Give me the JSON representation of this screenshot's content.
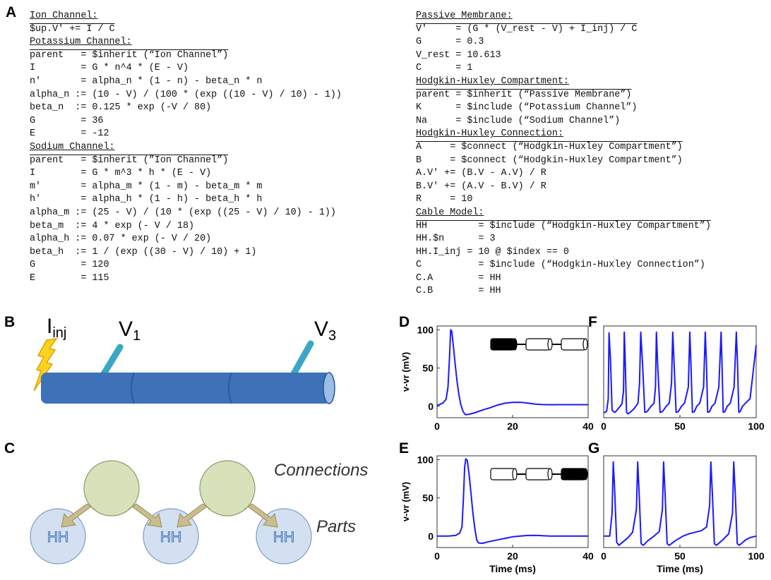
{
  "panels": {
    "a": "A",
    "b": "B",
    "c": "C",
    "d": "D",
    "e": "E",
    "f": "F",
    "g": "G"
  },
  "code_left": [
    {
      "t": "Ion Channel:",
      "k": "hd"
    },
    {
      "t": "$up.V' += I / C",
      "k": "ol"
    },
    {
      "t": "Potassium Channel:",
      "k": "hd"
    },
    {
      "t": "parent   = $inherit (“Ion Channel”)",
      "k": "ol"
    },
    {
      "t": "I        = G * n^4 * (E - V)",
      "k": ""
    },
    {
      "t": "n'       = alpha_n * (1 - n) - beta_n * n",
      "k": ""
    },
    {
      "t": "alpha_n := (10 - V) / (100 * (exp ((10 - V) / 10) - 1))",
      "k": ""
    },
    {
      "t": "beta_n  := 0.125 * exp (-V / 80)",
      "k": ""
    },
    {
      "t": "G        = 36",
      "k": ""
    },
    {
      "t": "E        = -12",
      "k": ""
    },
    {
      "t": "Sodium Channel:",
      "k": "hd"
    },
    {
      "t": "parent   = $inherit (”Ion Channel”)",
      "k": "ol"
    },
    {
      "t": "I        = G * m^3 * h * (E - V)",
      "k": ""
    },
    {
      "t": "m'       = alpha_m * (1 - m) - beta_m * m",
      "k": ""
    },
    {
      "t": "h'       = alpha_h * (1 - h) - beta_h * h",
      "k": ""
    },
    {
      "t": "alpha_m := (25 - V) / (10 * (exp ((25 - V) / 10) - 1))",
      "k": ""
    },
    {
      "t": "beta_m  := 4 * exp (- V / 18)",
      "k": ""
    },
    {
      "t": "alpha_h := 0.07 * exp (- V / 20)",
      "k": ""
    },
    {
      "t": "beta_h  := 1 / (exp ((30 - V) / 10) + 1)",
      "k": ""
    },
    {
      "t": "G        = 120",
      "k": ""
    },
    {
      "t": "E        = 115",
      "k": ""
    }
  ],
  "code_right": [
    {
      "t": "Passive Membrane:",
      "k": "hd"
    },
    {
      "t": "V'     = (G * (V_rest - V) + I_inj) / C",
      "k": "ol"
    },
    {
      "t": "G      = 0.3",
      "k": ""
    },
    {
      "t": "V_rest = 10.613",
      "k": ""
    },
    {
      "t": "C      = 1",
      "k": ""
    },
    {
      "t": "Hodgkin-Huxley Compartment:",
      "k": "hd"
    },
    {
      "t": "parent = $inherit (“Passive Membrane”)",
      "k": "ol"
    },
    {
      "t": "K      = $include (“Potassium Channel”)",
      "k": ""
    },
    {
      "t": "Na     = $include (“Sodium Channel”)",
      "k": ""
    },
    {
      "t": "Hodgkin-Huxley Connection:",
      "k": "hd"
    },
    {
      "t": "A     = $connect (“Hodgkin-Huxley Compartment”)",
      "k": "ol"
    },
    {
      "t": "B     = $connect (“Hodgkin-Huxley Compartment”)",
      "k": ""
    },
    {
      "t": "A.V' += (B.V - A.V) / R",
      "k": ""
    },
    {
      "t": "B.V' += (A.V - B.V) / R",
      "k": ""
    },
    {
      "t": "R     = 10",
      "k": ""
    },
    {
      "t": "Cable Model:",
      "k": "hd"
    },
    {
      "t": "HH         = $include (“Hodgkin-Huxley Compartment”)",
      "k": "ol"
    },
    {
      "t": "HH.$n      = 3",
      "k": ""
    },
    {
      "t": "HH.I_inj = 10 @ $index == 0",
      "k": ""
    },
    {
      "t": "C          = $include (“Hodgkin-Huxley Connection”)",
      "k": ""
    },
    {
      "t": "C.A        = HH",
      "k": ""
    },
    {
      "t": "C.B        = HH",
      "k": ""
    }
  ],
  "cable": {
    "iinj_main": "I",
    "iinj_sub": "inj",
    "v1_main": "V",
    "v1_sub": "1",
    "v3_main": "V",
    "v3_sub": "3",
    "color": "#3d72b8",
    "electrode_color": "#3aa7c4",
    "bolt_color": "#ffd21e"
  },
  "diagram": {
    "connections_label": "Connections",
    "parts_label": "Parts",
    "node_label": "HH",
    "connection_fill": "#d7e2bb",
    "part_fill": "#d3e0f1",
    "arrow_fill": "#c9bd8c"
  },
  "chart_data": [
    {
      "panel": "D",
      "type": "line",
      "ylabel": "v-vr (mV)",
      "xlabel": "",
      "xlim": [
        0,
        40
      ],
      "ylim": [
        -15,
        105
      ],
      "xticks": [
        0,
        20,
        40
      ],
      "yticks": [
        0,
        50,
        100
      ],
      "inset_filled": "left",
      "color": "#1a1aff",
      "x": [
        0,
        1.5,
        2.4,
        2.9,
        3.3,
        3.6,
        3.9,
        4.3,
        4.8,
        5.3,
        5.8,
        6.3,
        6.9,
        7.5,
        8.5,
        10,
        12,
        14,
        16,
        18,
        20,
        22,
        24,
        26,
        28,
        30,
        32,
        34,
        36,
        38,
        40
      ],
      "y": [
        1,
        4,
        9,
        25,
        65,
        100,
        98,
        80,
        55,
        32,
        15,
        2,
        -7,
        -11,
        -10.5,
        -8.5,
        -5,
        -2,
        1.5,
        4,
        5,
        5.2,
        4.2,
        2.8,
        2.2,
        2.0,
        2.1,
        2.1,
        2.1,
        2.1,
        2.1
      ]
    },
    {
      "panel": "E",
      "type": "line",
      "ylabel": "v-vr (mV)",
      "xlabel": "Time (ms)",
      "xlim": [
        0,
        40
      ],
      "ylim": [
        -15,
        105
      ],
      "xticks": [
        0,
        20,
        40
      ],
      "yticks": [
        0,
        50,
        100
      ],
      "inset_filled": "right",
      "color": "#1a1aff",
      "x": [
        0,
        3,
        5,
        6,
        6.6,
        7.0,
        7.3,
        7.6,
        8.0,
        8.5,
        9.0,
        9.5,
        10.0,
        10.5,
        11,
        12,
        14,
        16,
        18,
        20,
        22,
        24,
        26,
        28,
        30,
        32,
        34,
        36,
        38,
        40
      ],
      "y": [
        0,
        0,
        1,
        4,
        12,
        50,
        90,
        101,
        99,
        80,
        55,
        30,
        10,
        -5,
        -9,
        -9.5,
        -7,
        -5,
        -3,
        -1,
        0,
        0.8,
        1,
        0.5,
        0,
        0,
        0,
        0,
        0,
        0
      ]
    },
    {
      "panel": "F",
      "type": "line",
      "ylabel": "",
      "xlabel": "",
      "xlim": [
        0,
        100
      ],
      "ylim": [
        -15,
        105
      ],
      "xticks": [
        0,
        50,
        100
      ],
      "yticks": [],
      "color": "#1a1aff",
      "x": [
        0,
        1,
        2,
        3,
        3.5,
        4.5,
        5.5,
        7,
        8,
        10,
        12,
        13,
        13.5,
        14,
        15,
        16,
        18,
        20,
        22.5,
        23.5,
        24.3,
        25.5,
        27,
        28.5,
        31,
        33,
        34,
        34.6,
        35.5,
        37,
        38.5,
        41,
        43,
        44.5,
        45.3,
        46.2,
        47.5,
        49,
        51,
        53,
        55.5,
        56.5,
        57.2,
        58.2,
        59.5,
        61,
        63,
        65.5,
        66.6,
        67.4,
        68.2,
        69.5,
        71,
        73,
        75.5,
        77,
        77.6,
        78.4,
        79.5,
        81,
        83,
        85.5,
        87,
        87.8,
        88.6,
        89.5,
        91,
        93,
        96,
        98,
        100
      ],
      "y": [
        -8,
        -8,
        -6,
        10,
        96,
        60,
        -5,
        -8,
        -7,
        -2,
        3,
        20,
        97,
        70,
        -8,
        -10,
        -7,
        -3,
        4,
        30,
        97,
        55,
        -8,
        -7,
        0,
        4,
        25,
        97,
        50,
        -8,
        -7,
        0,
        4,
        30,
        97,
        55,
        -8,
        -7,
        0,
        4,
        25,
        97,
        55,
        -8,
        -7,
        0,
        4,
        25,
        97,
        55,
        -8,
        -7,
        0,
        4,
        25,
        97,
        55,
        -8,
        -7,
        0,
        4,
        25,
        97,
        55,
        -8,
        -7,
        0,
        4,
        10,
        45,
        80
      ]
    },
    {
      "panel": "G",
      "type": "line",
      "ylabel": "",
      "xlabel": "Time (ms)",
      "xlim": [
        0,
        100
      ],
      "ylim": [
        -15,
        105
      ],
      "xticks": [
        0,
        50,
        100
      ],
      "yticks": [],
      "color": "#1a1aff",
      "x": [
        0,
        4,
        5.5,
        6.3,
        7.2,
        8.5,
        10,
        13,
        16,
        19,
        21.5,
        22.3,
        23.3,
        24.6,
        26,
        29,
        33,
        36.5,
        38.5,
        39.3,
        40.3,
        41.6,
        43,
        47,
        52,
        56,
        60,
        64,
        67.5,
        69.5,
        70.3,
        71.3,
        72.6,
        74,
        78,
        82,
        84.5,
        85.3,
        86.3,
        87.6,
        89,
        93,
        96,
        100
      ],
      "y": [
        0,
        0,
        30,
        97,
        60,
        -8,
        -12,
        -7,
        -2,
        5,
        35,
        97,
        55,
        -10,
        -12,
        -6,
        0,
        6,
        35,
        97,
        55,
        -10,
        -12,
        -6,
        0,
        3,
        5,
        7,
        12,
        40,
        97,
        55,
        -10,
        -12,
        -5,
        3,
        30,
        97,
        55,
        -10,
        -12,
        -5,
        -2,
        0
      ]
    }
  ]
}
